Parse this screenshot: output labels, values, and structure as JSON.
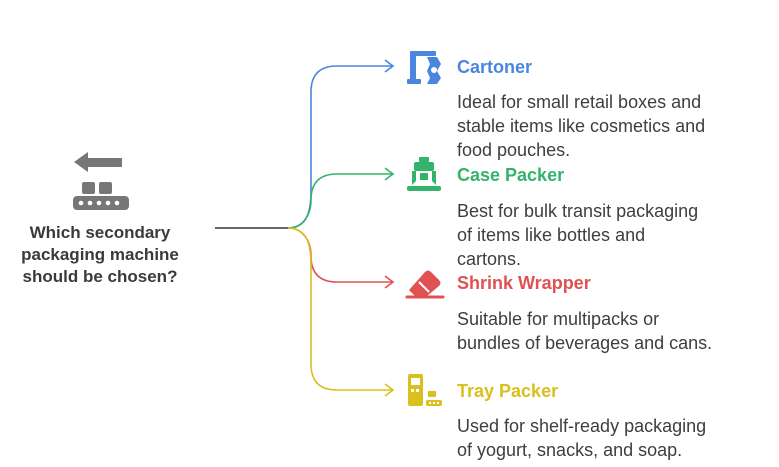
{
  "root": {
    "icon": "conveyor-arrow-icon",
    "label_lines": [
      "Which secondary",
      "packaging machine",
      "should be chosen?"
    ]
  },
  "branches": [
    {
      "title": "Cartoner",
      "icon": "robotic-arm-icon",
      "color": "#4a86e0",
      "desc_lines": [
        "Ideal for small retail boxes and",
        "stable items like cosmetics and",
        "food pouches."
      ]
    },
    {
      "title": "Case Packer",
      "icon": "robot-gripper-icon",
      "color": "#34b36b",
      "desc_lines": [
        "Best for bulk transit packaging",
        "of items like bottles and",
        "cartons."
      ]
    },
    {
      "title": "Shrink Wrapper",
      "icon": "eraser-tape-icon",
      "color": "#e05252",
      "desc_lines": [
        "Suitable for multipacks or",
        "bundles of beverages and cans."
      ]
    },
    {
      "title": "Tray Packer",
      "icon": "vending-conveyor-icon",
      "color": "#d9c01e",
      "desc_lines": [
        "Used for shelf-ready packaging",
        "of yogurt, snacks, and soap."
      ]
    }
  ]
}
